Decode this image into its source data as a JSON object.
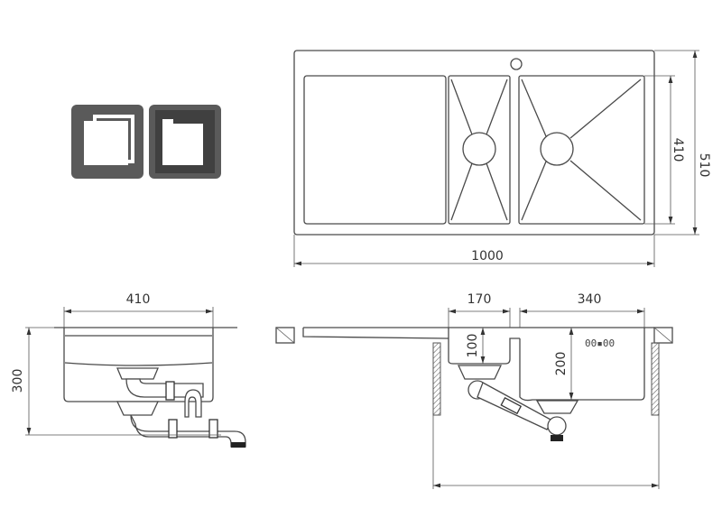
{
  "icons": [
    "inset-mount-icon",
    "flush-mount-icon"
  ],
  "colors": {
    "line": "#4a4a4a",
    "icon_fill": "#5a5a5a",
    "icon_dark": "#404040"
  },
  "top_view": {
    "width_label": "1000",
    "bowl_depth_label": "410",
    "total_depth_label": "510"
  },
  "side_view_left": {
    "width_label": "410",
    "height_label": "300"
  },
  "side_view_front": {
    "small_bowl_width_label": "170",
    "large_bowl_width_label": "340",
    "small_bowl_depth_label": "100",
    "large_bowl_depth_label": "200",
    "overflow_icon": "overflow-slot-icon"
  }
}
